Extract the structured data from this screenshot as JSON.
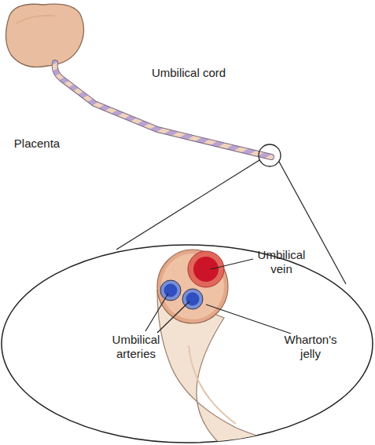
{
  "diagram": {
    "labels": [
      "Placenta",
      "Umbilical cord",
      "Umbilical vein",
      "Umbilical arteries",
      "Wharton's jelly"
    ]
  }
}
